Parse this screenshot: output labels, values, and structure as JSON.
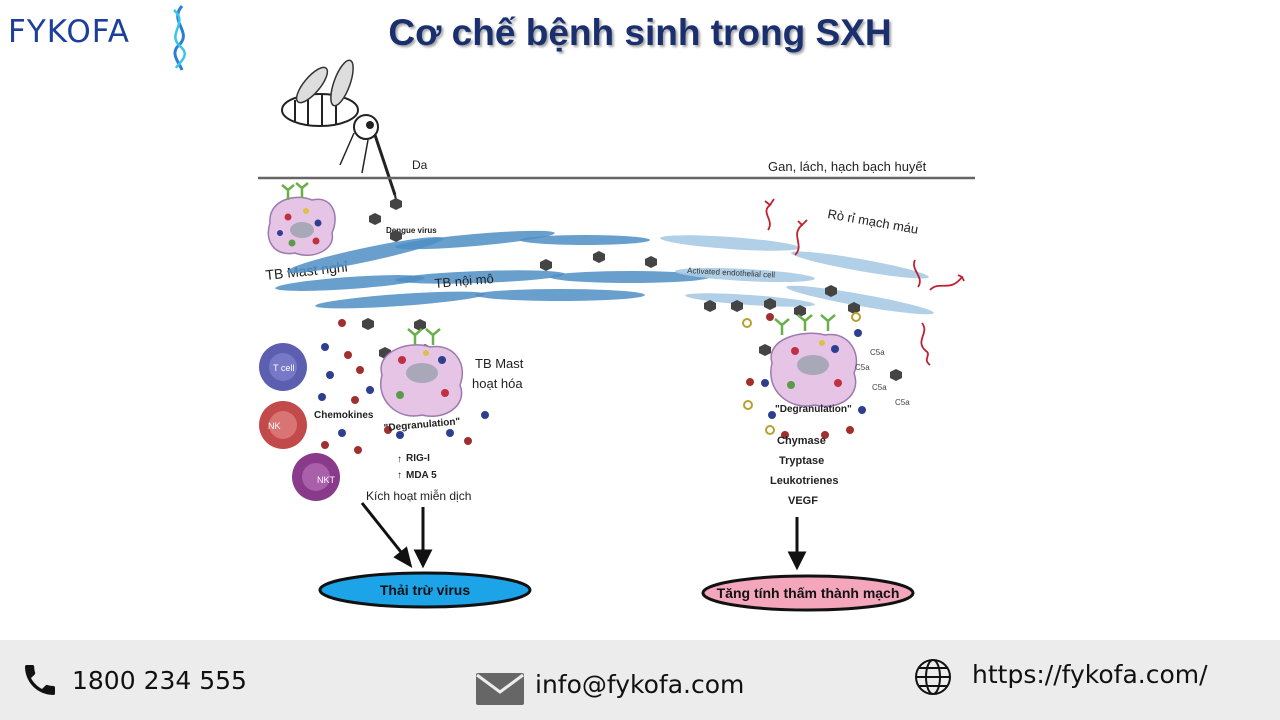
{
  "brand": {
    "name": "FYKOFA"
  },
  "title": "Cơ chế bệnh sinh trong SXH",
  "diagram": {
    "skin": "Da",
    "organs": "Gan, lách, hạch bạch huyết",
    "dengue_virus": "Dengue virus",
    "resting_mast": "TB Mast nghỉ",
    "endothelial": "TB nội mô",
    "activated_endothelial": "Activated endothelial cell",
    "vascular_leak": "Rò rỉ mạch máu",
    "tcell": "T cell",
    "nk": "NK",
    "nkt": "NKT",
    "chemokines": "Chemokines",
    "activated_mast_line1": "TB Mast",
    "activated_mast_line2": "hoạt hóa",
    "degranulation": "\"Degranulation\"",
    "rigi": "RIG-I",
    "mda5": "MDA 5",
    "immune_activation": "Kích hoạt miễn dịch",
    "c5a": "C5a",
    "chymase": "Chymase",
    "tryptase": "Tryptase",
    "leukotrienes": "Leukotrienes",
    "vegf": "VEGF",
    "virus_clearance": "Thải trừ virus",
    "permeability": "Tăng tính thấm thành mạch"
  },
  "footer": {
    "phone": "1800 234 555",
    "email": "info@fykofa.com",
    "website": "https://fykofa.com/"
  },
  "colors": {
    "title": "#1a2f6e",
    "logo": "#1c3f9b",
    "clear_oval": "#1ca3e8",
    "perm_oval": "#f4a6bd",
    "mast_cell": "#e6c4e6",
    "endothelial": "#4f8ec4",
    "footer_bg": "#ececec"
  }
}
